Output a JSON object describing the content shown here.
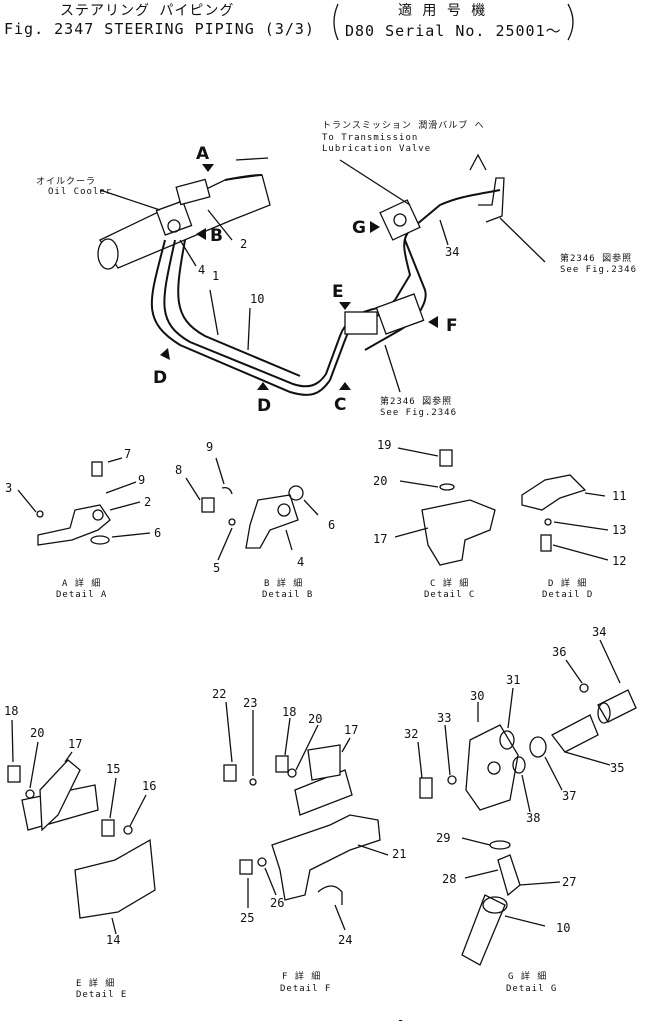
{
  "header": {
    "jp_title": "ステアリング パイピング",
    "title": "Fig. 2347 STEERING PIPING (3/3)",
    "app_jp": "適 用 号 機",
    "applicability": "D80 Serial No. 25001～"
  },
  "main": {
    "callouts": {
      "oil_cooler_jp": "オイルクーラ",
      "oil_cooler": "Oil Cooler",
      "transmission_jp": "トランスミッション 潤滑バルブ へ",
      "transmission_1": "To Transmission",
      "transmission_2": "Lubrication Valve",
      "see_fig_jp_1": "第2346 図参照",
      "see_fig_1": "See Fig.2346",
      "see_fig_jp_2": "第2346 図参照",
      "see_fig_2": "See Fig.2346"
    },
    "view_labels": {
      "a": "A",
      "b": "B",
      "c": "C",
      "d1": "D",
      "d2": "D",
      "e": "E",
      "f": "F",
      "g": "G"
    },
    "main_parts": {
      "p1": "1",
      "p2": "2",
      "p4": "4",
      "p10": "10",
      "p34": "34"
    }
  },
  "details": {
    "a": {
      "caption_jp": "A 詳 細",
      "caption": "Detail A",
      "parts": [
        "7",
        "9",
        "3",
        "2",
        "6"
      ]
    },
    "b": {
      "caption_jp": "B 詳 細",
      "caption": "Detail B",
      "parts": [
        "9",
        "8",
        "6",
        "4",
        "5"
      ]
    },
    "c": {
      "caption_jp": "C 詳 細",
      "caption": "Detail C",
      "parts": [
        "19",
        "20",
        "17"
      ]
    },
    "d": {
      "caption_jp": "D 詳 細",
      "caption": "Detail D",
      "parts": [
        "11",
        "13",
        "12"
      ]
    },
    "e": {
      "caption_jp": "E 詳 細",
      "caption": "Detail E",
      "parts": [
        "18",
        "20",
        "17",
        "15",
        "16",
        "14"
      ]
    },
    "f": {
      "caption_jp": "F 詳 細",
      "caption": "Detail F",
      "parts": [
        "22",
        "23",
        "18",
        "20",
        "17",
        "21",
        "25",
        "26",
        "24"
      ]
    },
    "g": {
      "caption_jp": "G 詳 細",
      "caption": "Detail G",
      "parts": [
        "34",
        "36",
        "31",
        "30",
        "33",
        "32",
        "35",
        "37",
        "38",
        "29",
        "28",
        "27",
        "10"
      ]
    }
  },
  "footer": {
    "mark": "-"
  }
}
